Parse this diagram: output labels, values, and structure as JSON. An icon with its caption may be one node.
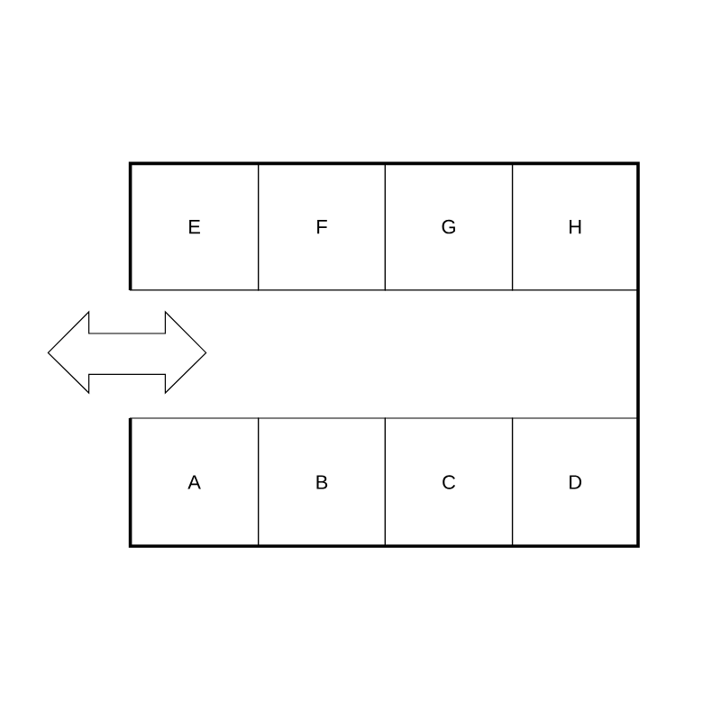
{
  "diagram": {
    "nodes": [
      {
        "text": [
          "E"
        ]
      },
      {
        "text": [
          "F"
        ]
      },
      {
        "text": [
          "G"
        ]
      },
      {
        "text": [
          "H"
        ]
      },
      {
        "text": [
          "A"
        ]
      },
      {
        "text": [
          "B"
        ]
      },
      {
        "text": [
          "C"
        ]
      },
      {
        "text": [
          "D"
        ]
      }
    ]
  }
}
